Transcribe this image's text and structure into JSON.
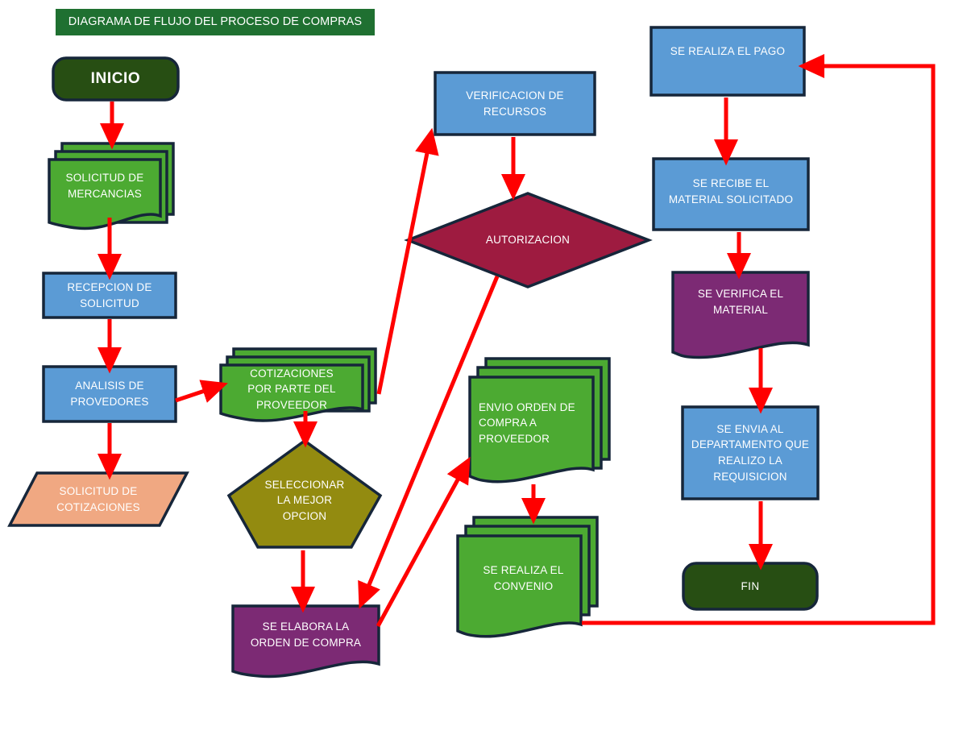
{
  "diagram": {
    "title": "DIAGRAMA DE FLUJO DEL PROCESO DE COMPRAS",
    "colors": {
      "title_bar": "#1F7031",
      "terminator": "#274E13",
      "process_blue": "#5B9BD5",
      "document_green": "#4CAA32",
      "decision_maroon": "#9E1B40",
      "pentagon_olive": "#938B10",
      "document_purple": "#7C2A74",
      "data_salmon": "#F0A882",
      "outline": "#1F3council",
      "stroke": "#16263A",
      "connector": "#FF0000",
      "text": "#FFFFFF"
    },
    "nodes": [
      {
        "id": "titulo",
        "shape": "title-bar",
        "label": "DIAGRAMA DE FLUJO DEL PROCESO DE COMPRAS"
      },
      {
        "id": "inicio",
        "shape": "terminator",
        "label": "INICIO"
      },
      {
        "id": "solicitud_merc",
        "shape": "multi-document",
        "label": "SOLICITUD DE\nMERCANCIAS"
      },
      {
        "id": "recepcion",
        "shape": "process",
        "label": "RECEPCION DE\nSOLICITUD"
      },
      {
        "id": "analisis",
        "shape": "process",
        "label": "ANALISIS DE\nPROVEDORES"
      },
      {
        "id": "solicitud_cot",
        "shape": "data",
        "label": "SOLICITUD DE\nCOTIZACIONES"
      },
      {
        "id": "cotizaciones",
        "shape": "multi-document",
        "label": "COTIZACIONES\nPOR PARTE DEL\nPROVEEDOR"
      },
      {
        "id": "seleccionar",
        "shape": "pentagon",
        "label": "SELECCIONAR\nLA MEJOR\nOPCION"
      },
      {
        "id": "orden_compra",
        "shape": "document",
        "label": "SE ELABORA LA\nORDEN DE COMPRA"
      },
      {
        "id": "verificacion",
        "shape": "process",
        "label": "VERIFICACION DE\nRECURSOS"
      },
      {
        "id": "autorizacion",
        "shape": "decision",
        "label": "AUTORIZACION"
      },
      {
        "id": "envio_orden",
        "shape": "multi-document",
        "label": "ENVIO ORDEN DE\nCOMPRA A\nPROVEEDOR"
      },
      {
        "id": "convenio",
        "shape": "multi-document",
        "label": "SE REALIZA EL\nCONVENIO"
      },
      {
        "id": "pago",
        "shape": "process",
        "label": "SE REALIZA EL PAGO"
      },
      {
        "id": "recibe_material",
        "shape": "process",
        "label": "SE RECIBE EL\nMATERIAL SOLICITADO"
      },
      {
        "id": "verifica_mat",
        "shape": "document",
        "label": "SE VERIFICA EL\nMATERIAL"
      },
      {
        "id": "envia_depto",
        "shape": "process",
        "label": "SE ENVIA AL\nDEPARTAMENTO QUE\nREALIZO LA\nREQUISICION"
      },
      {
        "id": "fin",
        "shape": "terminator",
        "label": "FIN"
      }
    ],
    "connectors": [
      {
        "from": "inicio",
        "to": "solicitud_merc",
        "style": "straight-down"
      },
      {
        "from": "solicitud_merc",
        "to": "recepcion",
        "style": "straight-down"
      },
      {
        "from": "recepcion",
        "to": "analisis",
        "style": "straight-down"
      },
      {
        "from": "analisis",
        "to": "solicitud_cot",
        "style": "straight-down"
      },
      {
        "from": "analisis",
        "to": "cotizaciones",
        "style": "diagonal-short"
      },
      {
        "from": "cotizaciones",
        "to": "seleccionar",
        "style": "straight-down"
      },
      {
        "from": "seleccionar",
        "to": "orden_compra",
        "style": "straight-down"
      },
      {
        "from": "seleccionar",
        "to": "verificacion",
        "style": "long-diagonal-up"
      },
      {
        "from": "verificacion",
        "to": "autorizacion",
        "style": "straight-down"
      },
      {
        "from": "autorizacion",
        "to": "orden_compra",
        "style": "long-diagonal-down"
      },
      {
        "from": "orden_compra",
        "to": "envio_orden",
        "style": "long-diagonal-up"
      },
      {
        "from": "envio_orden",
        "to": "convenio",
        "style": "straight-down"
      },
      {
        "from": "convenio",
        "to": "pago",
        "style": "loop-right"
      },
      {
        "from": "pago",
        "to": "recibe_material",
        "style": "straight-down"
      },
      {
        "from": "recibe_material",
        "to": "verifica_mat",
        "style": "straight-down"
      },
      {
        "from": "verifica_mat",
        "to": "envia_depto",
        "style": "straight-down"
      },
      {
        "from": "envia_depto",
        "to": "fin",
        "style": "straight-down"
      }
    ]
  }
}
